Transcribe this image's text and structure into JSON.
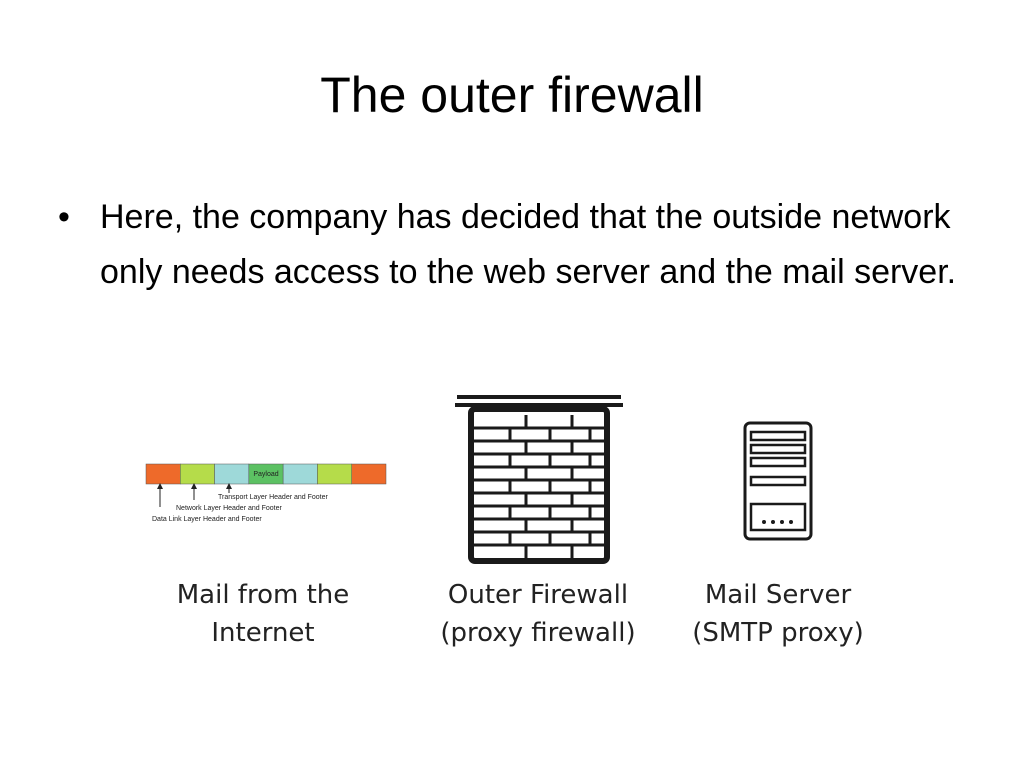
{
  "slide": {
    "title": "The outer firewall",
    "bullet": {
      "marker": "•",
      "text": "Here, the company has decided that the outside network only needs access to the web server and the mail server."
    }
  },
  "diagram": {
    "packet": {
      "segments": [
        {
          "color": "#ee6a2a",
          "label": ""
        },
        {
          "color": "#b5dc4a",
          "label": ""
        },
        {
          "color": "#9ed9d9",
          "label": ""
        },
        {
          "color": "#5cc163",
          "label": "Payload"
        },
        {
          "color": "#9ed9d9",
          "label": ""
        },
        {
          "color": "#b5dc4a",
          "label": ""
        },
        {
          "color": "#ee6a2a",
          "label": ""
        }
      ],
      "annotations": {
        "transport": "Transport Layer Header and Footer",
        "network": "Network Layer Header and Footer",
        "datalink": "Data Link Layer Header and Footer"
      }
    },
    "captions": {
      "mail_from_internet": [
        "Mail from the",
        "Internet"
      ],
      "outer_firewall": [
        "Outer Firewall",
        "(proxy firewall)"
      ],
      "mail_server": [
        "Mail Server",
        "(SMTP proxy)"
      ]
    },
    "icons": {
      "firewall": "brick-wall-firewall-icon",
      "server": "server-tower-icon"
    }
  }
}
